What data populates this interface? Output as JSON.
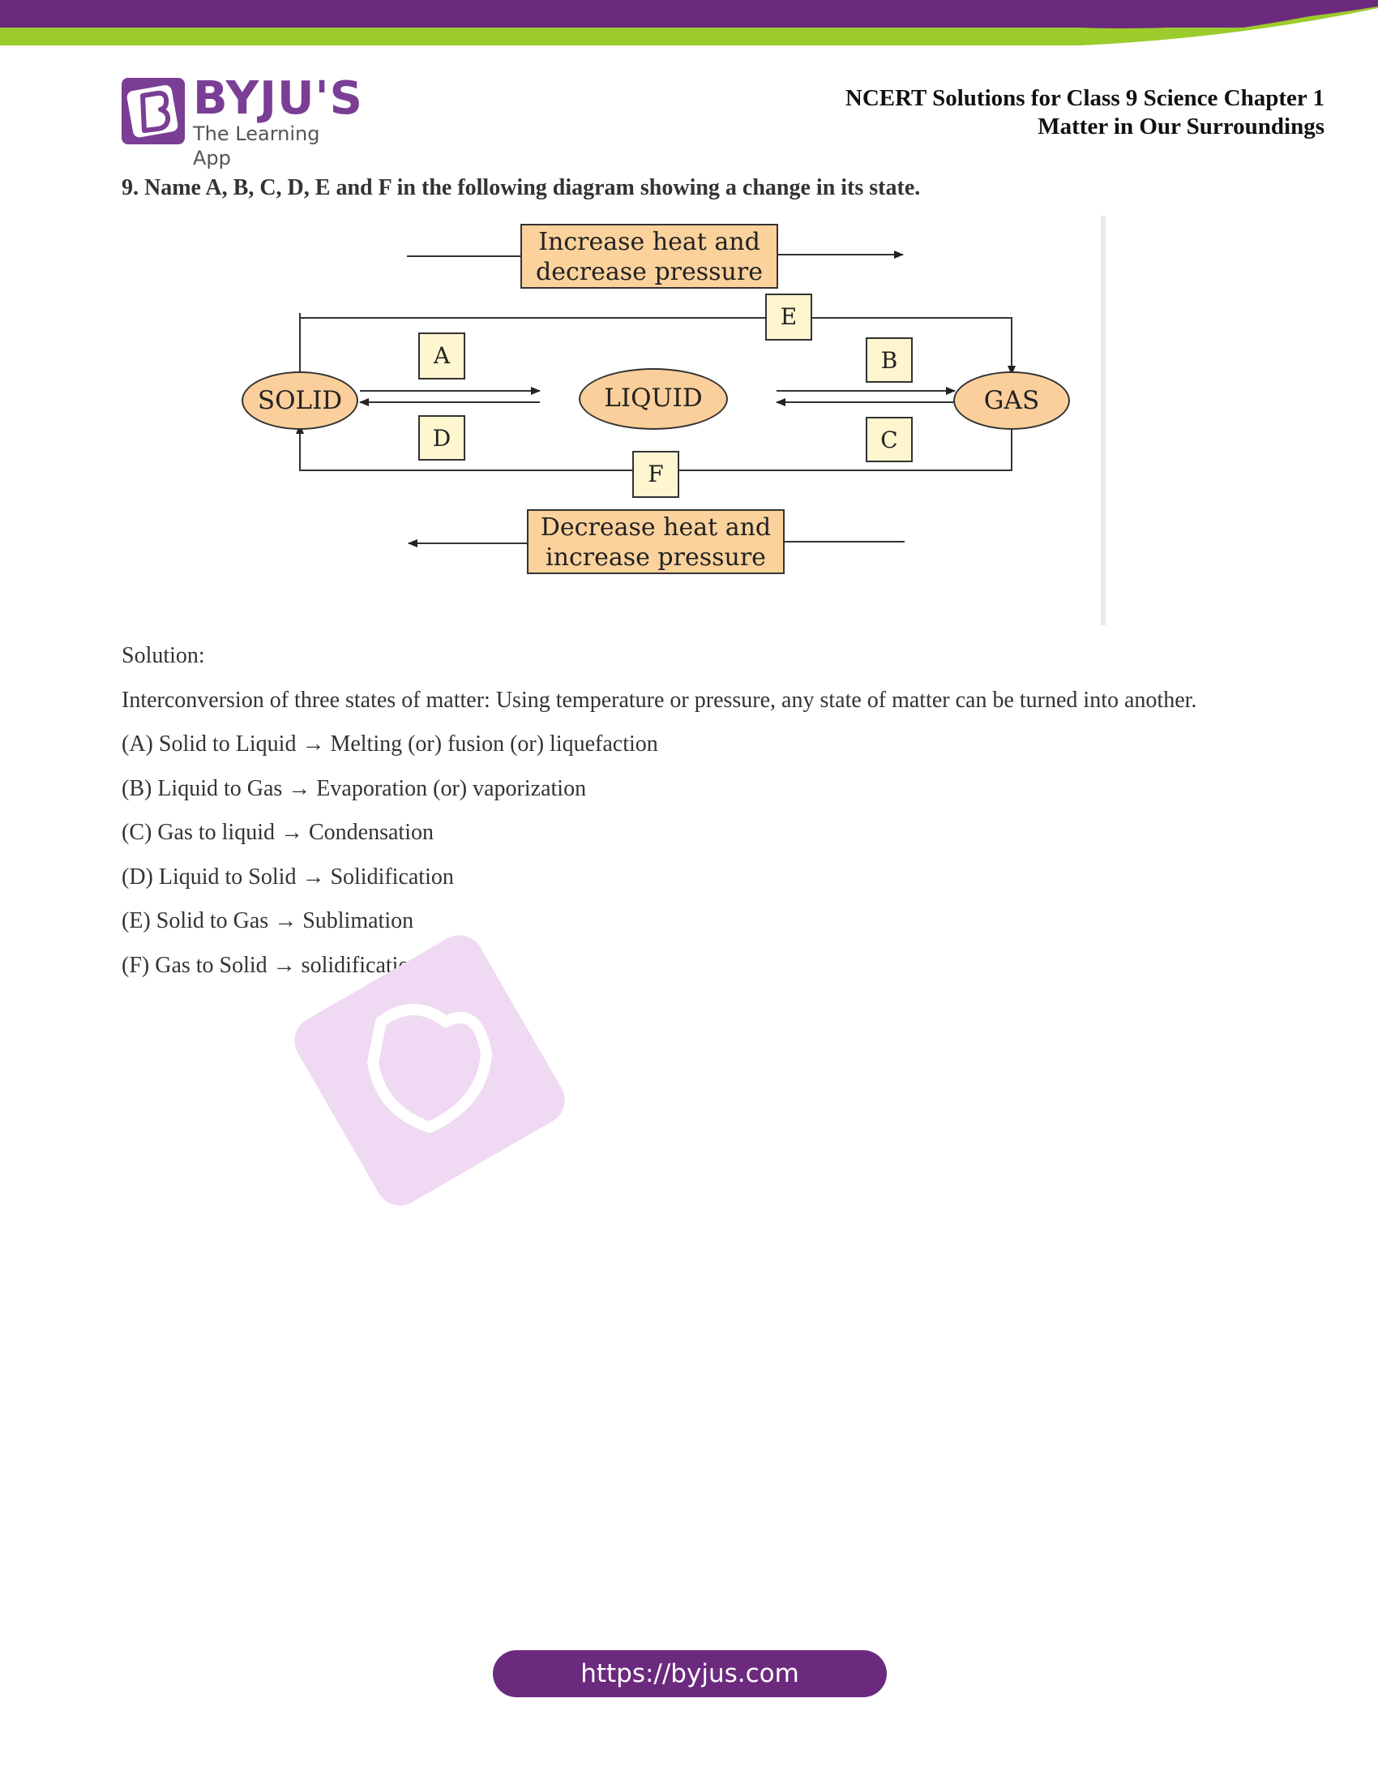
{
  "header": {
    "logo_word": "BYJU'S",
    "logo_tagline": "The Learning App",
    "title_line1": "NCERT Solutions for Class 9 Science Chapter 1",
    "title_line2": "Matter in Our Surroundings"
  },
  "question": "9. Name A, B, C, D, E and F in the following diagram showing a change in its state.",
  "diagram": {
    "top_box_line1": "Increase heat and",
    "top_box_line2": "decrease pressure",
    "bottom_box_line1": "Decrease heat and",
    "bottom_box_line2": "increase pressure",
    "solid": "SOLID",
    "liquid": "LIQUID",
    "gas": "GAS",
    "labels": {
      "a": "A",
      "b": "B",
      "c": "C",
      "d": "D",
      "e": "E",
      "f": "F"
    },
    "colors": {
      "state_fill": "#fbcf9b",
      "label_fill": "#fdf6cf"
    }
  },
  "solution": {
    "heading": "Solution:",
    "intro": "Interconversion of three states of matter: Using temperature or pressure, any state of matter can be turned into another.",
    "items": [
      "(A) Solid to Liquid → Melting (or) fusion (or) liquefaction",
      "(B) Liquid to Gas → Evaporation (or) vaporization",
      "(C) Gas to liquid → Condensation",
      "(D) Liquid to Solid → Solidification",
      "(E) Solid to Gas → Sublimation",
      "(F) Gas to Solid → solidification"
    ]
  },
  "footer": {
    "url": "https://byjus.com"
  },
  "colors": {
    "brand_purple": "#6c2a7e",
    "accent_green": "#9ccc2c"
  }
}
